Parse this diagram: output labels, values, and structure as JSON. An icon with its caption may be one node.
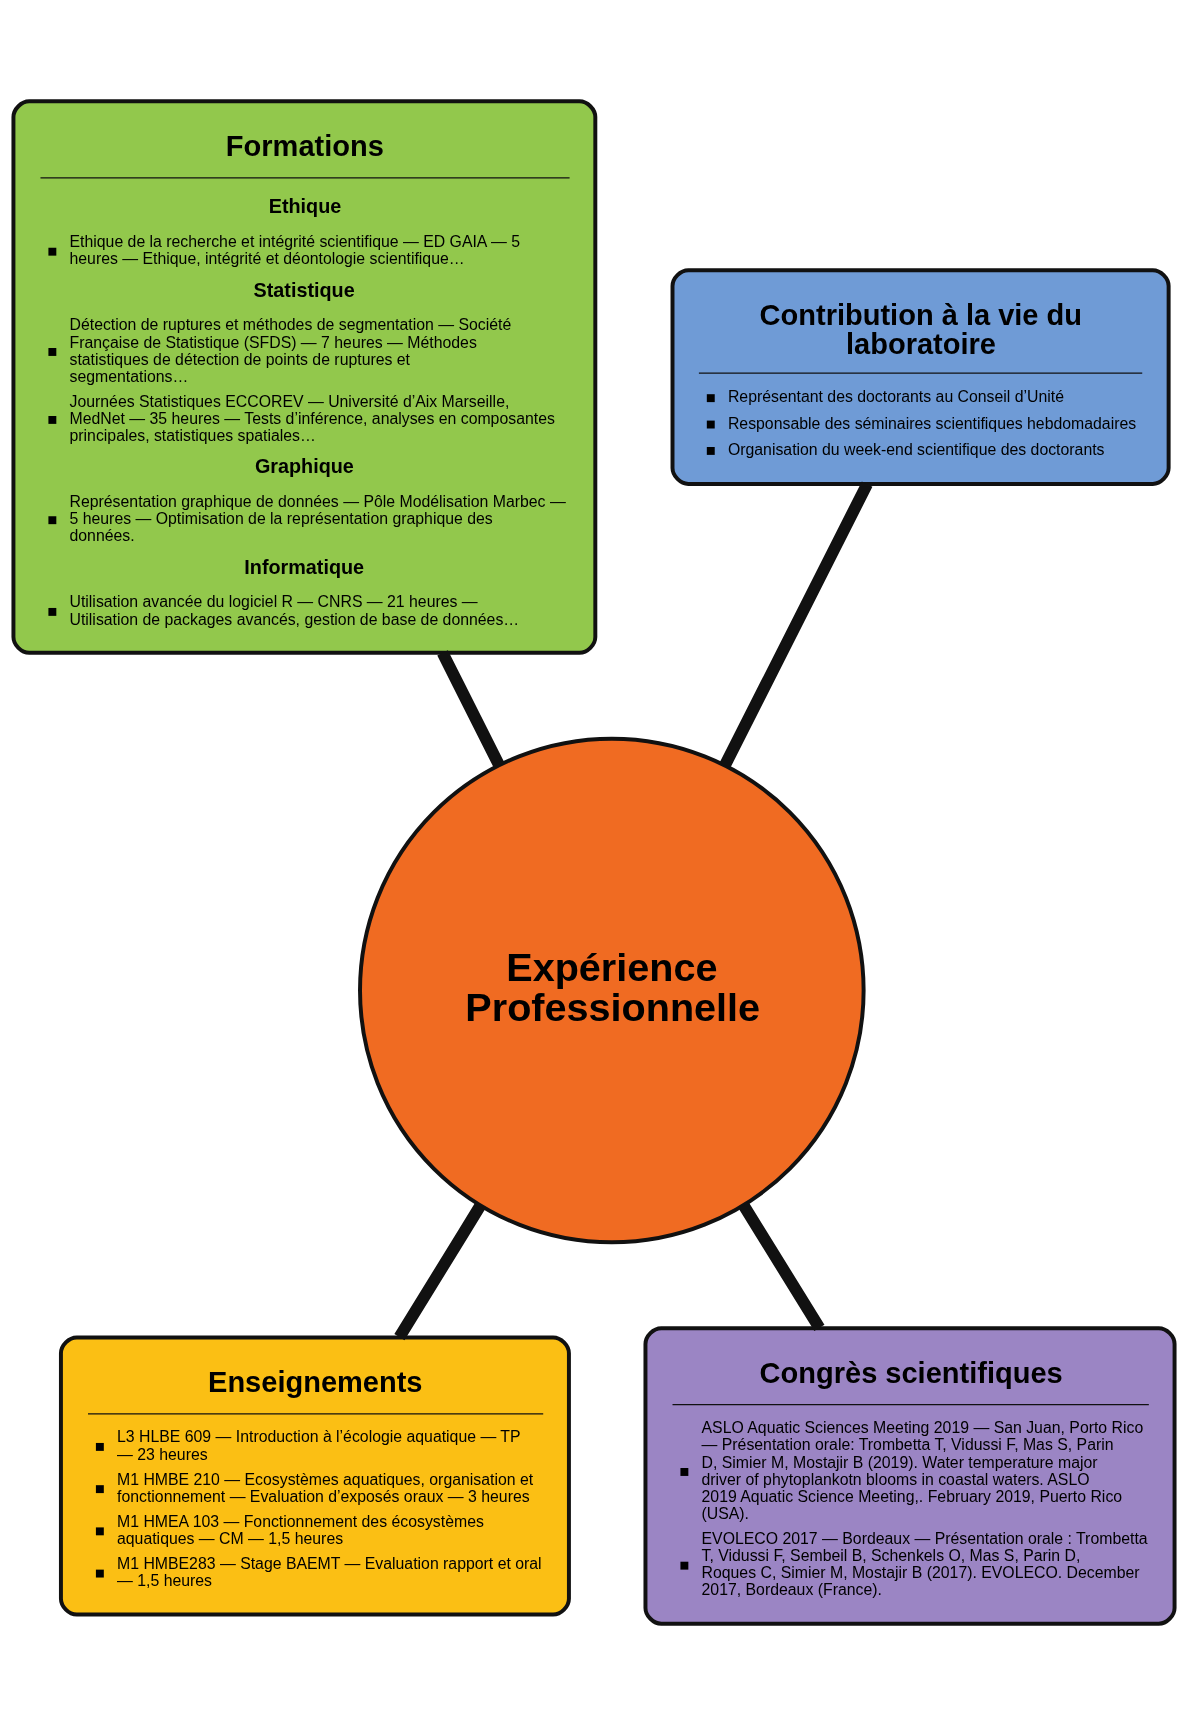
{
  "diagram": {
    "nodes": [
      {
        "text": [
          "Formations",
          "Ethique",
          "Ethique de la recherche et intégrité scientifique — ED GAIA — 5 heures — Ethique, intégrité et déontologie scientifique…",
          "Statistique",
          "Détection de ruptures et méthodes de segmentation — Société Française de Statistique (SFDS) — 7 heures — Méthodes statistiques de détection de points de ruptures et segmentations…",
          "Journées Statistiques ECCOREV — Université d’Aix Marseille, MedNet — 35 heures — Tests d’inférence, analyses en composantes principales, statistiques spatiales…",
          "Graphique",
          "Représentation graphique de données — Pôle Modélisation Marbec — 5 heures — Optimisation de la représentation graphique des données.",
          "Informatique",
          "Utilisation avancée du logiciel R — CNRS — 21 heures — Utilisation de packages avancés, gestion de base de données…"
        ]
      },
      {
        "text": [
          "Contribution à la vie du laboratoire",
          "Représentant des doctorants au Conseil d’Unité",
          "Responsable des séminaires scientifiques hebdomadaires",
          "Organisation du week-end scientifique des doctorants"
        ]
      },
      {
        "text": [
          "Expérience Professionnelle"
        ]
      },
      {
        "text": [
          "Enseignements",
          "L3 HLBE 609 — Introduction à l’écologie aquatique — TP — 23 heures",
          "M1 HMBE 210 — Ecosystèmes aquatiques, organisation et fonctionnement — Evaluation d’exposés oraux — 3 heures",
          "M1 HMEA 103 — Fonctionnement des écosystèmes aquatiques — CM — 1,5 heures",
          "M1 HMBE283 — Stage BAEMT — Evaluation rapport et oral — 1,5 heures"
        ]
      },
      {
        "text": [
          "Congrès scientifiques",
          "ASLO Aquatic Sciences Meeting 2019 — San Juan, Porto Rico — Présentation orale: Trombetta T, Vidussi F, Mas S, Parin D, Simier M, Mostajir B (2019). Water temperature major driver of phytoplankotn blooms in coastal waters. ASLO 2019 Aquatic Science Meeting,. February 2019, Puerto Rico (USA).",
          "EVOLECO 2017 — Bordeaux — Présentation orale : Trombetta T, Vidussi F, Sembeil B, Schenkels O, Mas S, Parin D, Roques C, Simier M, Mostajir B (2017). EVOLECO. December 2017, Bordeaux (France)."
        ]
      }
    ],
    "edges": [
      {
        "from": 2,
        "to": 0,
        "arrow": "none"
      },
      {
        "from": 2,
        "to": 1,
        "arrow": "none"
      },
      {
        "from": 2,
        "to": 3,
        "arrow": "none"
      },
      {
        "from": 2,
        "to": 4,
        "arrow": "none"
      }
    ]
  }
}
